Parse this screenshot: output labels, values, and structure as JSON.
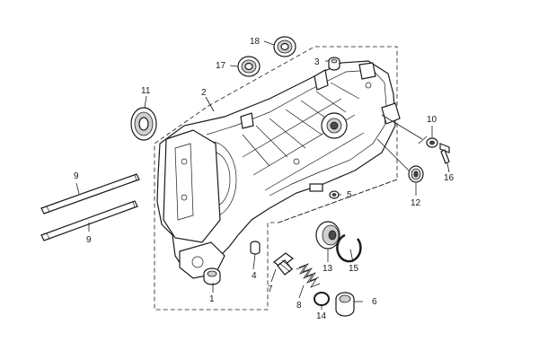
{
  "diagram": {
    "labels": {
      "p1": "1",
      "p2": "2",
      "p3": "3",
      "p4": "4",
      "p5": "5",
      "p6": "6",
      "p7": "7",
      "p8": "8",
      "p9a": "9",
      "p9b": "9",
      "p10": "10",
      "p11": "11",
      "p12": "12",
      "p13": "13",
      "p14": "14",
      "p15": "15",
      "p16": "16",
      "p17": "17",
      "p18": "18"
    }
  }
}
